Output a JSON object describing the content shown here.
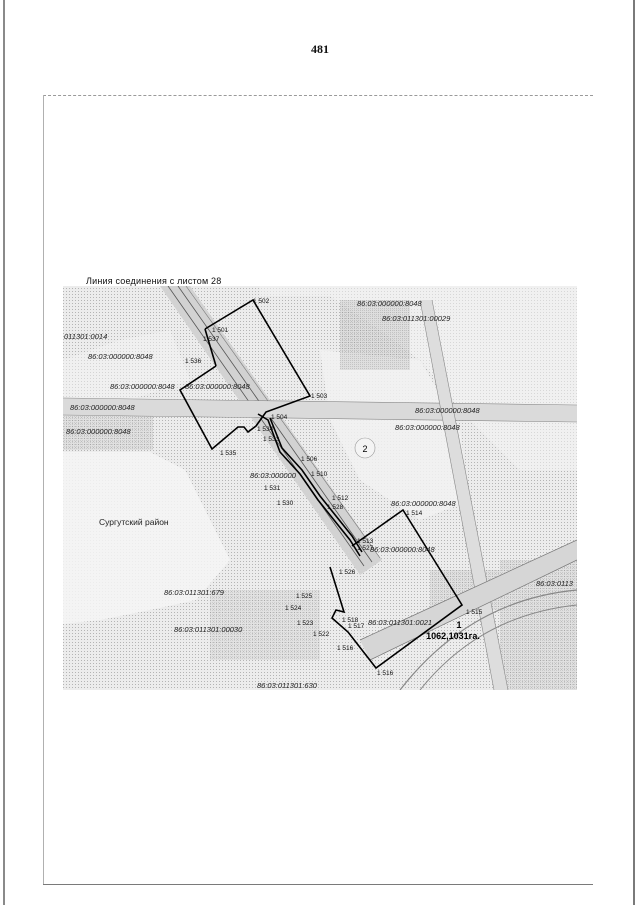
{
  "page": {
    "number": "481"
  },
  "map": {
    "title": "Линия соединения с листом 28",
    "district": "Сургутский район",
    "zone_label": "2",
    "area": {
      "parcel": "1",
      "value": "1062,1031га."
    },
    "parcels": [
      "86:03:000000:8048",
      "86:03:011301:00029",
      "011301:0014",
      "86:03:000000:8048",
      "86:03:000000:8048",
      "86:03:000000:8048",
      "86:03:000000:8048",
      "86:03:000000:8048",
      "86:03:000000:8048",
      "86:03:000000:8048",
      "86:03:000000",
      "86:03:000000:8048",
      "86:03:000000:8048",
      "86:03:0113",
      "86:03:011301:679",
      "86:03:011301:00030",
      "86:03:011301:0021",
      "86:03:011301:630"
    ],
    "points": [
      "1 502",
      "1 501",
      "1 537",
      "1 536",
      "1 503",
      "1 504",
      "1 534",
      "1 533",
      "1 535",
      "1 506",
      "1 510",
      "1 531",
      "1 530",
      "1 512",
      "1 528",
      "1 514",
      "1 513",
      "1 527",
      "1 526",
      "1 525",
      "1 524",
      "1 523",
      "1 522",
      "1 518",
      "1 517",
      "1 515",
      "1 516",
      "1 516"
    ]
  }
}
